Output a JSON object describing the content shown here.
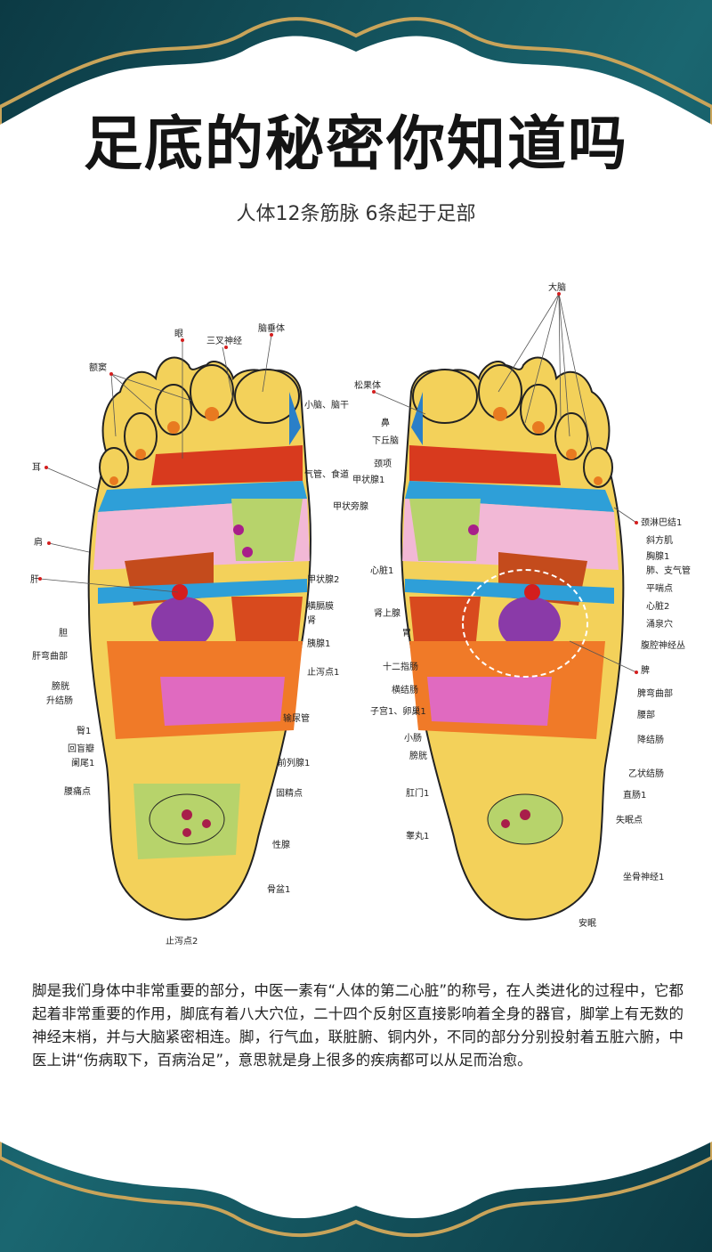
{
  "title": "足底的秘密你知道吗",
  "subtitle": "人体12条筋脉 6条起于足部",
  "colors": {
    "frame": "#0f4a52",
    "gold": "#c9a45a",
    "panel": "#ffffff"
  },
  "left_foot_labels": {
    "eye": "眼",
    "trigeminal": "三叉神经",
    "pituitary": "脑垂体",
    "sinus": "额窦",
    "cerebellum": "小脑、脑干",
    "ear": "耳",
    "trachea": "气管、食道",
    "shoulder": "肩",
    "liver": "肝",
    "thyroid": "甲状腺2",
    "pancreas_gland": "横膈膜",
    "kidney": "肾",
    "gallbladder": "胆",
    "pancreas": "胰腺1",
    "hepatic_flexure": "肝弯曲部",
    "stop_diarrhea1": "止泻点1",
    "bladder": "膀胱",
    "ascending_colon": "升结肠",
    "ureter": "输尿管",
    "hip": "臀1",
    "ileocecal": "回盲瓣",
    "appendix": "阑尾1",
    "prostate": "前列腺1",
    "lumbago": "腰痛点",
    "jing_point": "固精点",
    "gonad": "性腺",
    "pelvis": "骨盆1",
    "stop_diarrhea2": "止泻点2"
  },
  "right_foot_labels": {
    "brain": "大脑",
    "pineal": "松果体",
    "nose": "鼻",
    "hypothalamus": "下丘脑",
    "neck": "颈项",
    "thyroid1": "甲状腺1",
    "parathyroid": "甲状旁腺",
    "heart": "心脏1",
    "adrenal": "肾上腺",
    "stomach": "胃",
    "duodenum": "十二指肠",
    "transverse_colon": "横结肠",
    "uterus": "子宫1、卵巢1",
    "small_intestine": "小肠",
    "bladder_r": "膀胱",
    "anus": "肛门1",
    "testis": "睾丸1",
    "lymph": "颈淋巴结1",
    "trapezius": "斜方肌",
    "chest": "胸腺1",
    "lung": "肺、支气管",
    "asthma": "平喘点",
    "heart2": "心脏2",
    "yongquan": "涌泉穴",
    "celiac": "腹腔神经丛",
    "spleen": "脾",
    "splenic_flexure": "脾弯曲部",
    "waist": "腰部",
    "descending_colon": "降结肠",
    "sigmoid": "乙状结肠",
    "rectum": "直肠1",
    "insomnia": "失眠点",
    "sciatic": "坐骨神经1",
    "anmian": "安眠"
  },
  "description": "脚是我们身体中非常重要的部分，中医一素有“人体的第二心脏”的称号，在人类进化的过程中，它都起着非常重要的作用，脚底有着八大穴位，二十四个反射区直接影响着全身的器官，脚掌上有无数的神经末梢，并与大脑紧密相连。脚，行气血，联脏腑、铜内外，不同的部分分别投射着五脏六腑，中医上讲“伤病取下，百病治足”，意思就是身上很多的疾病都可以从足而治愈。"
}
